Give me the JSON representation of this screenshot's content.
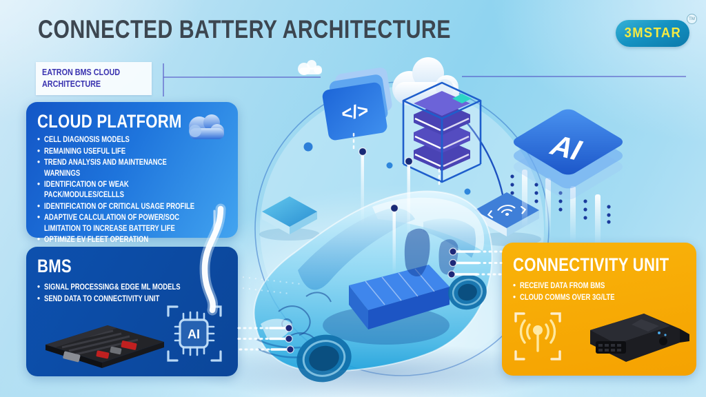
{
  "header": {
    "title": "CONNECTED BATTERY ARCHITECTURE",
    "logo": {
      "text": "3MSTAR",
      "tm": "TM"
    }
  },
  "label": {
    "text": "EATRON BMS CLOUD ARCHITECTURE"
  },
  "boxes": {
    "cloud_platform": {
      "title": "CLOUD PLATFORM",
      "bullets": [
        "CELL DIAGNOSIS MODELS",
        "REMAINING USEFUL LIFE",
        "TREND ANALYSIS AND MAINTENANCE WARNINGS",
        "IDENTIFICATION OF WEAK PACK/MODULES/CELLLS",
        "IDENTIFICATION OF CRITICAL USAGE PROFILE",
        "ADAPTIVE CALCULATION OF POWER/SOC LIMITATION TO INCREASE BATTERY LIFE",
        "OPTIMIZE EV FLEET OPERATION"
      ]
    },
    "bms": {
      "title": "BMS",
      "bullets": [
        "SIGNAL PROCESSING& EDGE ML MODELS",
        "SEND DATA TO CONNECTIVITY UNIT"
      ],
      "chip_label": "AI"
    },
    "connectivity": {
      "title": "CONNECTIVITY UNIT",
      "bullets": [
        "RECEIVE DATA FROM BMS",
        "CLOUD COMMS OVER 3G/LTE"
      ]
    }
  },
  "scene": {
    "ai_chip_label": "AI",
    "code_icon_glyph": "</>"
  },
  "colors": {
    "background_cyan": "#8fd4f0",
    "panel_blue_dark": "#0b4699",
    "panel_blue": "#1e74dc",
    "panel_orange": "#f5a201",
    "title_text": "#3c4650",
    "label_text": "#3a33b0",
    "logo_teal": "#1492c2",
    "logo_yellow": "#f4ea43",
    "accent_navy_dot": "#1d2878",
    "server_purple": "#6c63d8",
    "teal_accent": "#2cd6c6"
  }
}
